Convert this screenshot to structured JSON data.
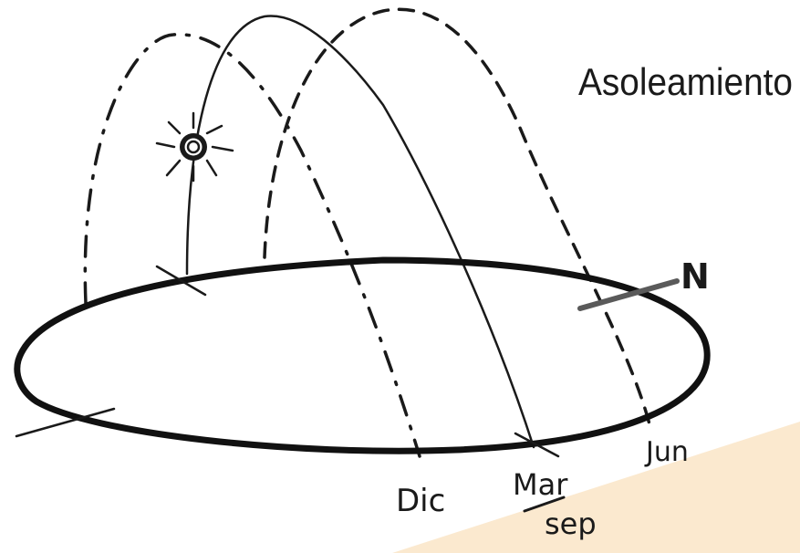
{
  "title": "Asoleamiento",
  "labels": {
    "north": "N",
    "december": "Dic",
    "march": "Mar",
    "september": "sep",
    "june": "Jun"
  },
  "colors": {
    "ink": "#1a1a1a",
    "paper": "#ffffff",
    "corner_shade": "#fbe9cf",
    "north_marker": "#5a5a5a"
  },
  "icons": {
    "sun": "sun-icon"
  }
}
